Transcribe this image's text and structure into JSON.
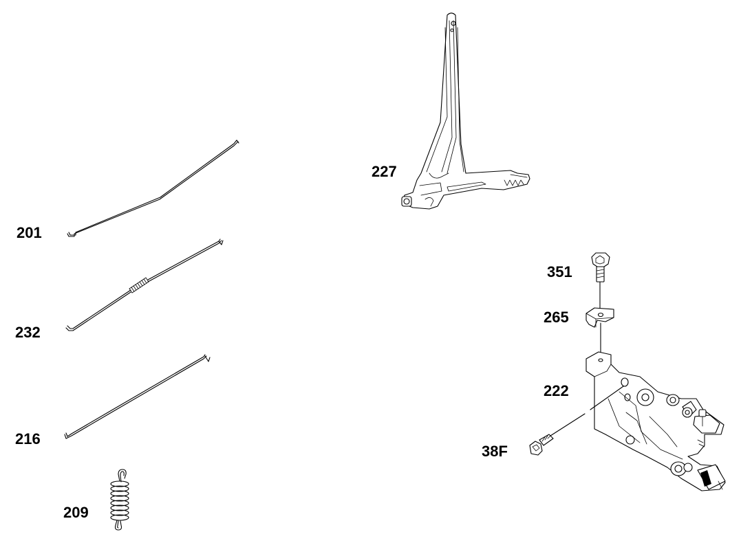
{
  "labels": {
    "p201": "201",
    "p232": "232",
    "p216": "216",
    "p209": "209",
    "p227": "227",
    "p351": "351",
    "p265": "265",
    "p222": "222",
    "p38F": "38F"
  },
  "colors": {
    "line": "#000000",
    "background": "#ffffff"
  }
}
